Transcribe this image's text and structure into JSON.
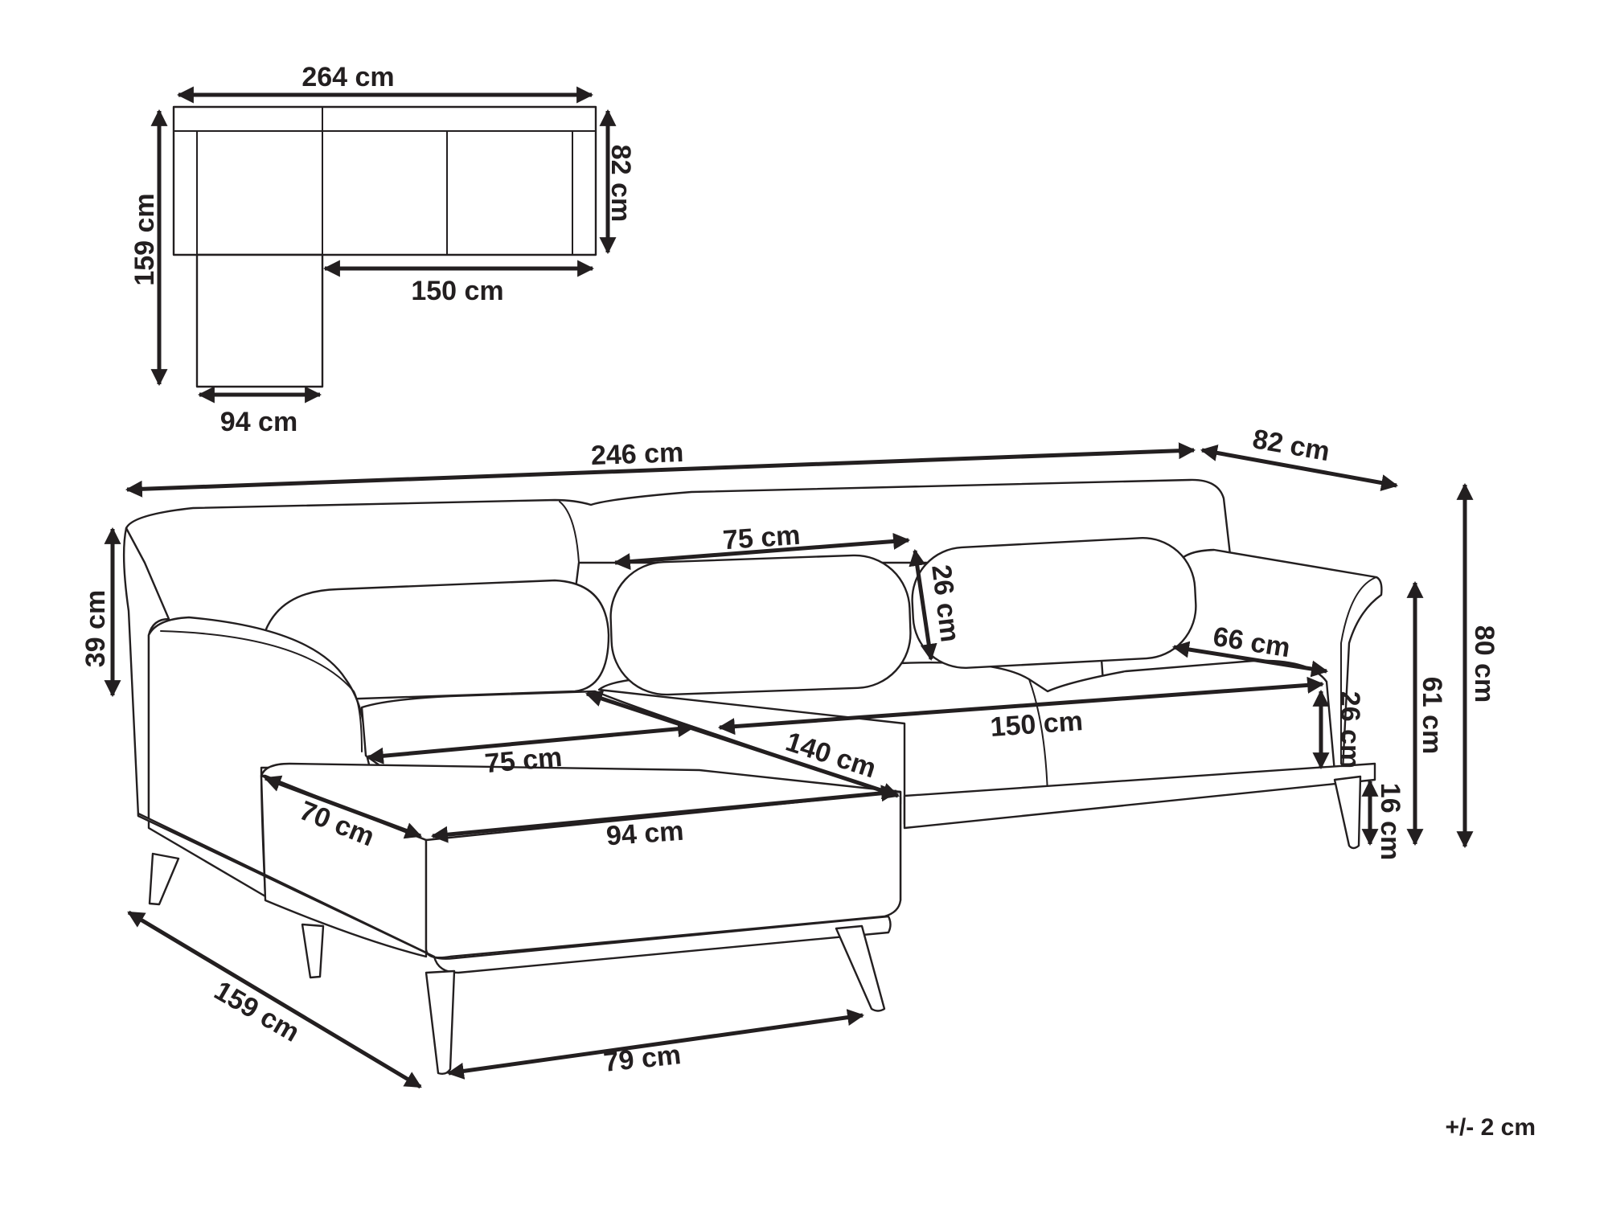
{
  "top_view": {
    "width_label": "264 cm",
    "depth_label": "82 cm",
    "total_depth_label": "159 cm",
    "sofa_length_label": "150 cm",
    "chaise_width_label": "94 cm"
  },
  "perspective": {
    "length_label": "246 cm",
    "depth_label": "82 cm",
    "backrest_label": "39 cm",
    "pillow_left_label": "75 cm",
    "pillow_height_label": "26 cm",
    "armrest_label": "66 cm",
    "seat_cushion_label": "150 cm",
    "seat_diag_label": "140 cm",
    "seat_left_label": "75 cm",
    "arm_height_label": "26 cm",
    "seat_height_label": "61 cm",
    "total_height_label": "80 cm",
    "leg_height_label": "16 cm",
    "chaise_depth_label": "70 cm",
    "chaise_width_label": "94 cm",
    "chaise_length_label": "159 cm",
    "chaise_front_label": "79 cm"
  },
  "tolerance": "+/- 2 cm"
}
